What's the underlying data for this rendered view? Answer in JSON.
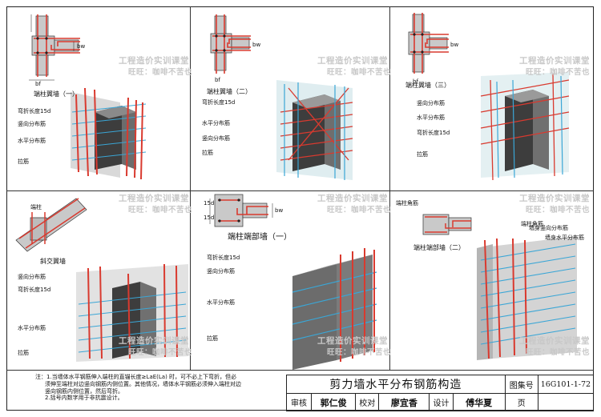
{
  "panels": {
    "p1": {
      "caption": "端柱翼墙（一）",
      "labels": [
        "弯折长度15d",
        "竖向分布筋",
        "水平分布筋",
        "拉筋"
      ]
    },
    "p2": {
      "caption": "端柱翼墙（二）",
      "labels": [
        "弯折长度15d",
        "水平分布筋",
        "竖向分布筋",
        "拉筋"
      ]
    },
    "p3": {
      "caption": "端柱翼墙（三）",
      "labels": [
        "竖向分布筋",
        "水平分布筋",
        "弯折长度15d",
        "拉筋"
      ]
    },
    "p4": {
      "caption": "斜交翼墙",
      "labels": [
        "竖向分布筋",
        "弯折长度15d",
        "水平分布筋",
        "拉筋"
      ],
      "rotated": "端柱"
    },
    "p5": {
      "caption": "端柱端部墙（一）",
      "labels": [
        "弯折长度15d",
        "竖向分布筋",
        "水平分布筋",
        "拉筋"
      ],
      "dims": [
        "15d",
        "15d",
        "bw"
      ]
    },
    "p6": {
      "caption": "端柱端部墙（二）",
      "labels": [
        "端柱角筋",
        "墙身竖向分布筋",
        "墙身水平分布筋"
      ],
      "small": "端柱角筋"
    }
  },
  "dims": {
    "bf": "bf",
    "bw": "bw",
    "d15": "15d"
  },
  "watermarks": {
    "line1": "工程造价实训课堂",
    "line2": "旺旺：咖啡不苦也"
  },
  "notes": [
    "注：1.当墙体水平钢筋伸入端柱的直锚长度≥LaE(La) 时，可不必上下弯折，但必",
    "须伸至端柱对边竖向钢筋内侧位置。其他情况，墙体水平钢筋必须伸入端柱对边",
    "竖向钢筋内侧位置，然后弯折。",
    "2.括号内数字用于非抗震设计。"
  ],
  "title_block": {
    "title": "剪力墙水平分布钢筋构造",
    "atlas_label": "图集号",
    "atlas_no": "16G101-1-72",
    "review_label": "审核",
    "reviewer": "郭仁俊",
    "check_label": "校对",
    "checker": "廖宜香",
    "design_label": "设计",
    "designer": "傅华夏",
    "page_label": "页"
  },
  "colors": {
    "rebar_red": "#d93a2f",
    "rebar_blue": "#3aa6d6",
    "concrete": "#8a8a8a",
    "dark": "#4a4a4a"
  }
}
